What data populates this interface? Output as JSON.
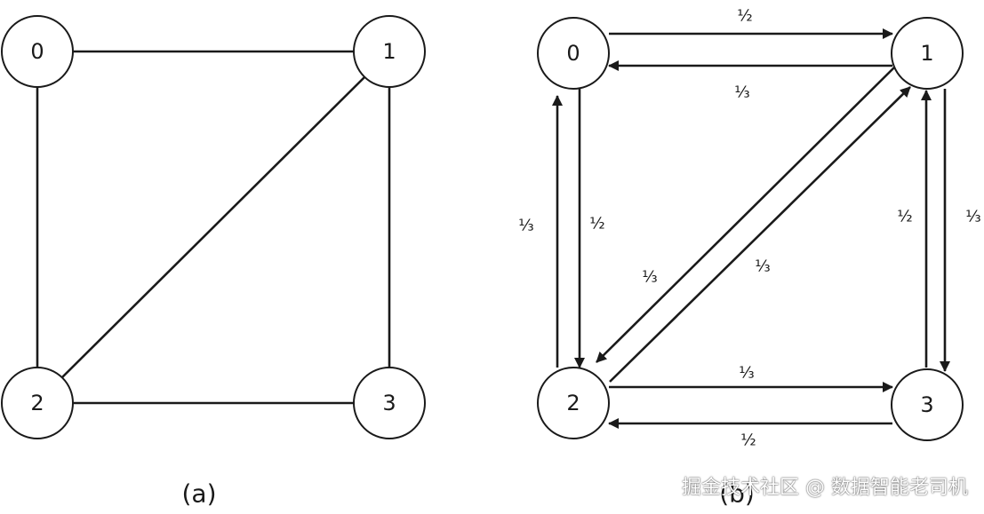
{
  "diagram_a": {
    "caption": "(a)",
    "nodes": [
      "0",
      "1",
      "2",
      "3"
    ],
    "edges": [
      [
        "0",
        "1"
      ],
      [
        "0",
        "2"
      ],
      [
        "1",
        "2"
      ],
      [
        "1",
        "3"
      ],
      [
        "2",
        "3"
      ]
    ]
  },
  "diagram_b": {
    "caption": "(b)",
    "nodes": [
      "0",
      "1",
      "2",
      "3"
    ],
    "edges": [
      {
        "from": "0",
        "to": "1",
        "label": "½"
      },
      {
        "from": "1",
        "to": "0",
        "label": "⅓"
      },
      {
        "from": "0",
        "to": "2",
        "label": "½"
      },
      {
        "from": "2",
        "to": "0",
        "label": "⅓"
      },
      {
        "from": "1",
        "to": "2",
        "label": "⅓"
      },
      {
        "from": "2",
        "to": "1",
        "label": "⅓"
      },
      {
        "from": "1",
        "to": "3",
        "label": "⅓"
      },
      {
        "from": "3",
        "to": "1",
        "label": "½"
      },
      {
        "from": "2",
        "to": "3",
        "label": "⅓"
      },
      {
        "from": "3",
        "to": "2",
        "label": "½"
      }
    ]
  },
  "watermark": "掘金技术社区 @ 数据智能老司机",
  "colors": {
    "stroke": "#1a1a1a",
    "background": "#ffffff"
  }
}
